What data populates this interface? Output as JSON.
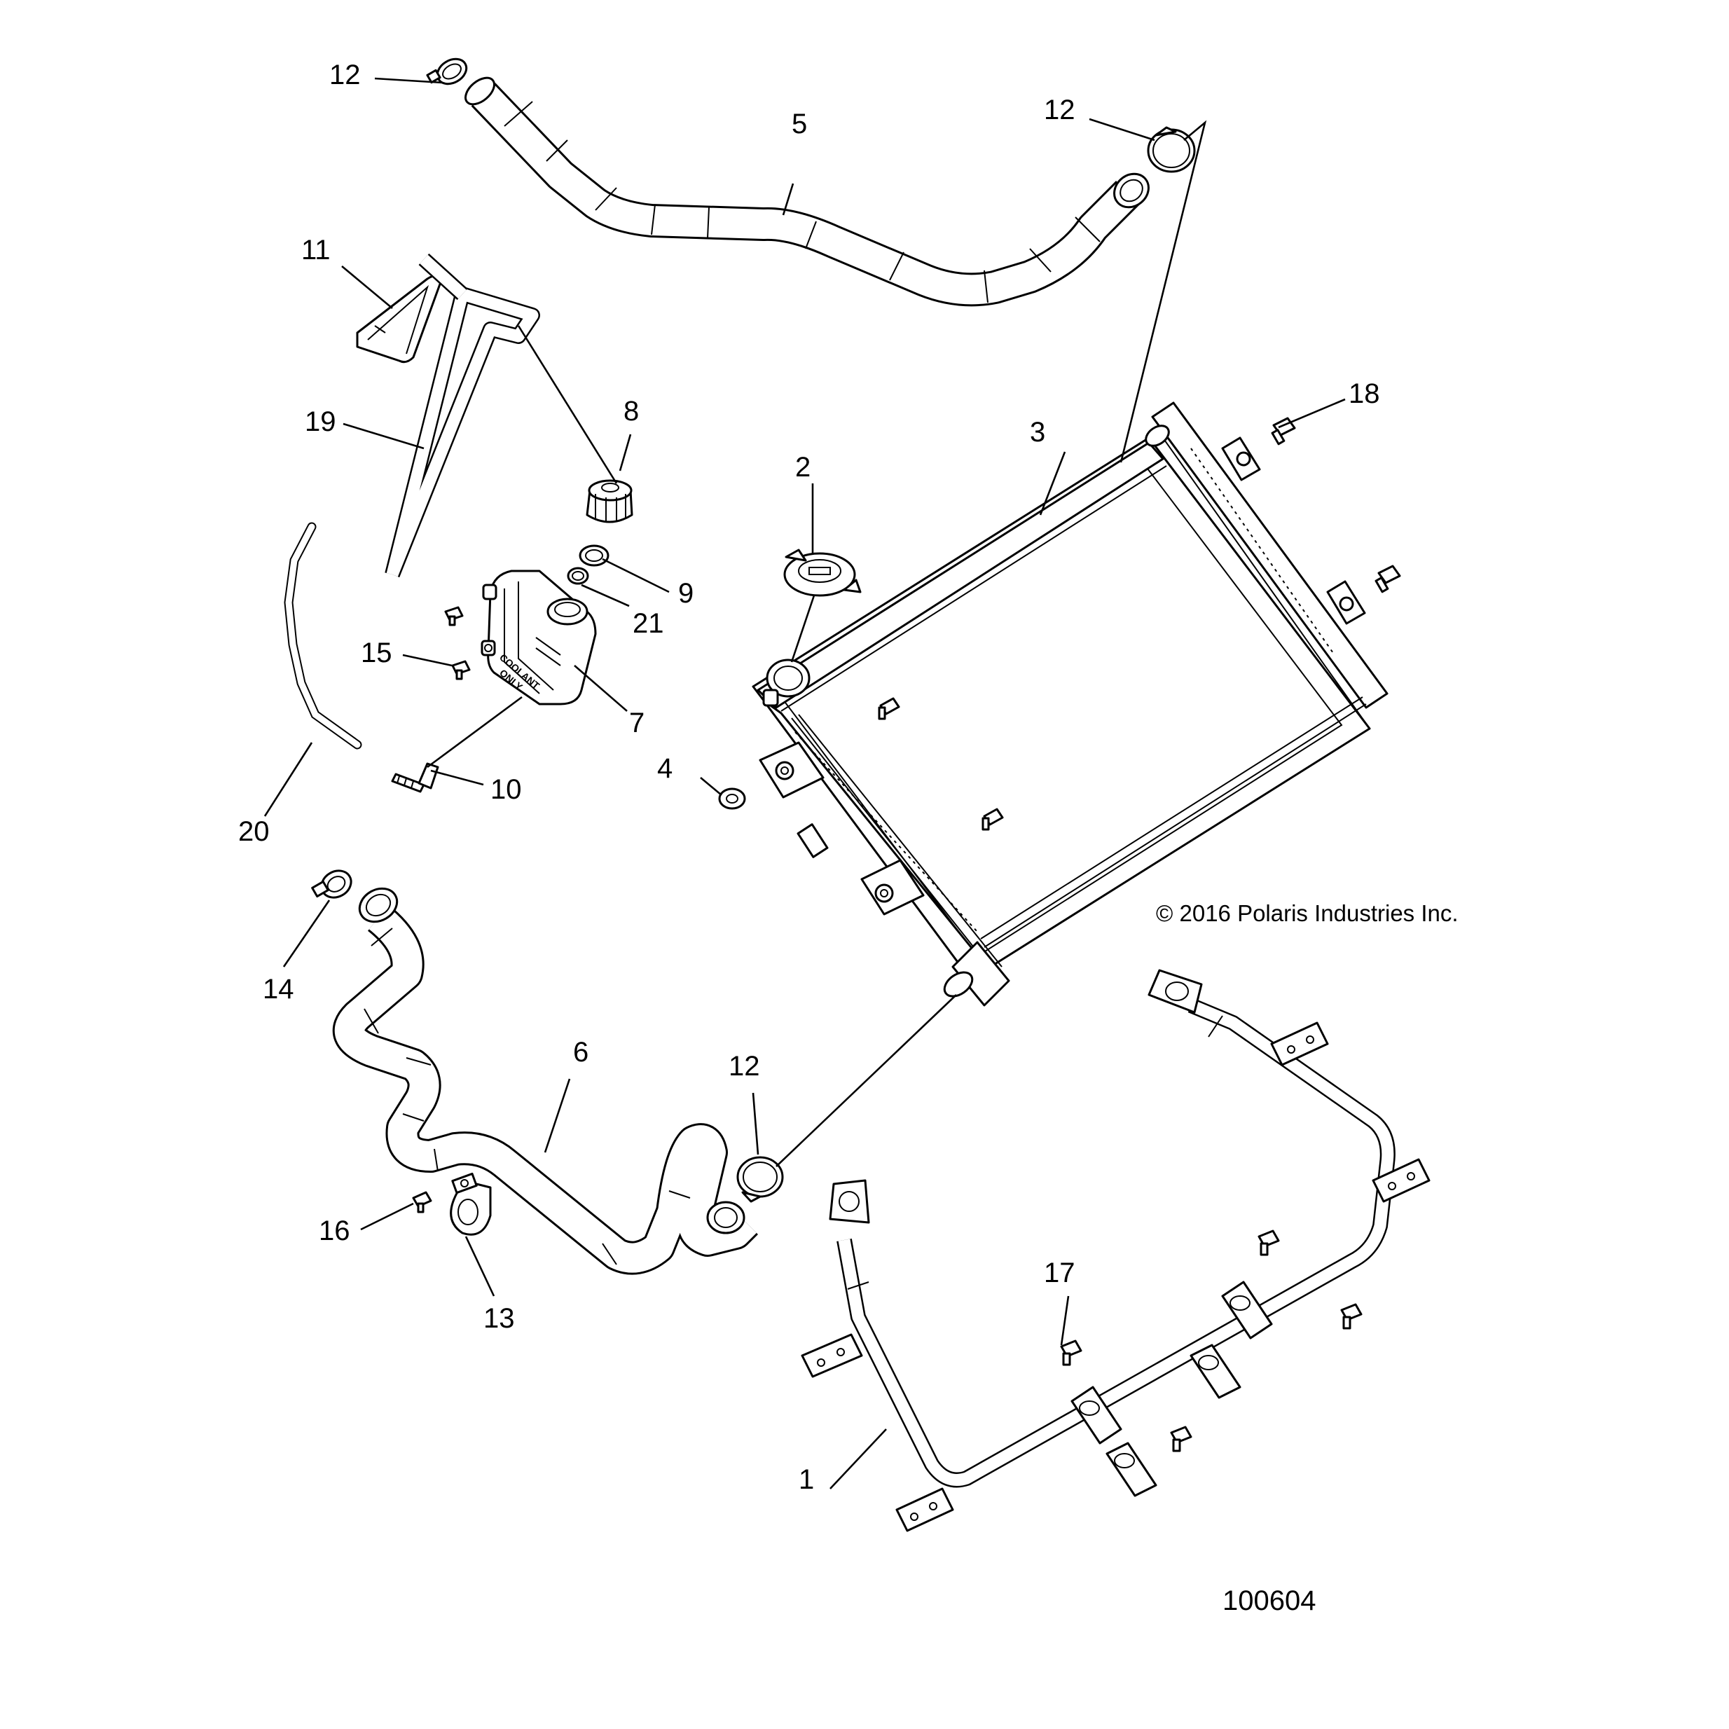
{
  "callouts": [
    {
      "id": "1",
      "label": "1"
    },
    {
      "id": "2",
      "label": "2"
    },
    {
      "id": "3",
      "label": "3"
    },
    {
      "id": "4",
      "label": "4"
    },
    {
      "id": "5",
      "label": "5"
    },
    {
      "id": "6",
      "label": "6"
    },
    {
      "id": "7",
      "label": "7"
    },
    {
      "id": "8",
      "label": "8"
    },
    {
      "id": "9",
      "label": "9"
    },
    {
      "id": "10",
      "label": "10"
    },
    {
      "id": "11",
      "label": "11"
    },
    {
      "id": "12a",
      "label": "12"
    },
    {
      "id": "12b",
      "label": "12"
    },
    {
      "id": "12c",
      "label": "12"
    },
    {
      "id": "13",
      "label": "13"
    },
    {
      "id": "14",
      "label": "14"
    },
    {
      "id": "15",
      "label": "15"
    },
    {
      "id": "16",
      "label": "16"
    },
    {
      "id": "17",
      "label": "17"
    },
    {
      "id": "18",
      "label": "18"
    },
    {
      "id": "19",
      "label": "19"
    },
    {
      "id": "20",
      "label": "20"
    },
    {
      "id": "21",
      "label": "21"
    }
  ],
  "copyright": "© 2016 Polaris Industries Inc.",
  "figure_number": "100604",
  "tank_text": {
    "line1": "COOLANT",
    "line2": "ONLY"
  }
}
